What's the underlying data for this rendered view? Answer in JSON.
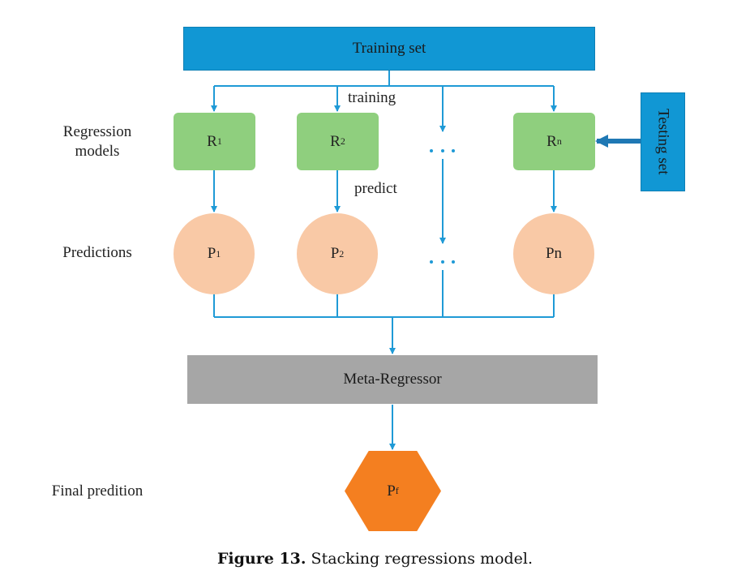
{
  "diagram": {
    "training_set": "Training set",
    "testing_set": "Testing set",
    "labels": {
      "regression_models": [
        "Regression",
        "models"
      ],
      "predictions": "Predictions",
      "final_prediction": "Final predition"
    },
    "annotations": {
      "training": "training",
      "predict": "predict"
    },
    "regressors": [
      {
        "base": "R",
        "sub": "1"
      },
      {
        "base": "R",
        "sub": "2"
      },
      {
        "base": "R",
        "sub": "n"
      }
    ],
    "predictions": [
      {
        "base": "P",
        "sub": "1"
      },
      {
        "base": "P",
        "sub": "2"
      },
      {
        "base": "Pn",
        "sub": ""
      }
    ],
    "meta_regressor": "Meta-Regressor",
    "final": {
      "base": "P",
      "sub": "f"
    },
    "colors": {
      "line": "#1f9ad6",
      "training_set": "#1197d4",
      "regression": "#8fcf7e",
      "prediction": "#f9c9a6",
      "meta": "#a6a6a6",
      "final": "#f47f20"
    }
  },
  "caption": {
    "label": "Figure 13.",
    "text": " Stacking regressions model."
  }
}
